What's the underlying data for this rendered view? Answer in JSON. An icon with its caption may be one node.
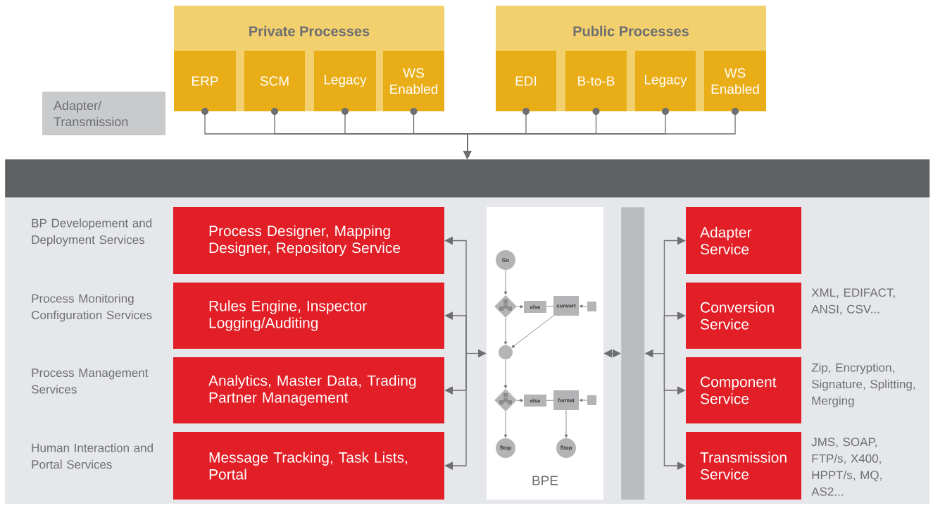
{
  "diagram": {
    "nodes": [
      {
        "text": [
          "Private Processes"
        ]
      },
      {
        "text": [
          "ERP"
        ],
        "in": 0
      },
      {
        "text": [
          "SCM"
        ],
        "in": 0
      },
      {
        "text": [
          "Legacy"
        ],
        "in": 0
      },
      {
        "text": [
          "WS Enabled"
        ],
        "in": 0
      },
      {
        "text": [
          "Public Processes"
        ]
      },
      {
        "text": [
          "EDI"
        ],
        "in": 5
      },
      {
        "text": [
          "B-to-B"
        ],
        "in": 5
      },
      {
        "text": [
          "Legacy"
        ],
        "in": 5
      },
      {
        "text": [
          "WS Enabled"
        ],
        "in": 5
      },
      {
        "text": [
          "Adapter/ Transmission"
        ]
      },
      {
        "text": [],
        "shape": "bar"
      },
      {
        "text": [
          "Process Designer,  Mapping Designer, Repository Service"
        ],
        "beside": [
          "BP Developement and Deployment Services"
        ]
      },
      {
        "text": [
          "Rules Engine, Inspector Logging/Auditing"
        ],
        "beside": [
          "Process Monitoring Configuration Services"
        ]
      },
      {
        "text": [
          "Analytics, Master Data, Trading Partner Management"
        ],
        "beside": [
          "Process Management Services"
        ]
      },
      {
        "text": [
          "Message Tracking, Task Lists, Portal"
        ],
        "beside": [
          "Human Interaction and Portal Services"
        ]
      },
      {
        "text": [
          "BPE"
        ]
      },
      {
        "text": [
          "Go"
        ],
        "in": 16
      },
      {
        "text": [],
        "shape": "diamond",
        "in": 16
      },
      {
        "text": [
          "else"
        ],
        "in": 16
      },
      {
        "text": [
          "convert"
        ],
        "in": 16
      },
      {
        "text": [],
        "shape": "box",
        "in": 16
      },
      {
        "text": [],
        "shape": "circle",
        "in": 16
      },
      {
        "text": [],
        "shape": "diamond",
        "in": 16
      },
      {
        "text": [
          "else"
        ],
        "in": 16
      },
      {
        "text": [
          "format"
        ],
        "in": 16
      },
      {
        "text": [],
        "shape": "box",
        "in": 16
      },
      {
        "text": [
          "Stop"
        ],
        "in": 16
      },
      {
        "text": [
          "Stop"
        ],
        "in": 16
      },
      {
        "text": [],
        "shape": "bar"
      },
      {
        "text": [
          "Adapter Service"
        ]
      },
      {
        "text": [
          "Conversion Service"
        ],
        "beside": [
          "XML, EDIFACT, ANSI, CSV..."
        ]
      },
      {
        "text": [
          "Component Service"
        ],
        "beside": [
          "Zip, Encryption, Signature, Splitting, Merging"
        ]
      },
      {
        "text": [
          "Transmission Service"
        ],
        "beside": [
          "JMS, SOAP, FTP/s, X400, HPPT/s, MQ, AS2..."
        ]
      }
    ],
    "edges": [
      {
        "from": 1,
        "to": 11,
        "arrow": "to"
      },
      {
        "from": 2,
        "to": 11,
        "arrow": "to"
      },
      {
        "from": 3,
        "to": 11,
        "arrow": "to"
      },
      {
        "from": 4,
        "to": 11,
        "arrow": "to"
      },
      {
        "from": 6,
        "to": 11,
        "arrow": "to"
      },
      {
        "from": 7,
        "to": 11,
        "arrow": "to"
      },
      {
        "from": 8,
        "to": 11,
        "arrow": "to"
      },
      {
        "from": 9,
        "to": 11,
        "arrow": "to"
      },
      {
        "from": 16,
        "to": 12,
        "arrow": "both"
      },
      {
        "from": 16,
        "to": 13,
        "arrow": "both"
      },
      {
        "from": 16,
        "to": 14,
        "arrow": "both"
      },
      {
        "from": 16,
        "to": 15,
        "arrow": "both"
      },
      {
        "from": 16,
        "to": 29,
        "arrow": "both"
      },
      {
        "from": 29,
        "to": 30,
        "arrow": "both"
      },
      {
        "from": 29,
        "to": 31,
        "arrow": "both"
      },
      {
        "from": 29,
        "to": 32,
        "arrow": "both"
      },
      {
        "from": 29,
        "to": 33,
        "arrow": "both"
      },
      {
        "from": 17,
        "to": 18,
        "arrow": "to"
      },
      {
        "from": 18,
        "to": 19,
        "arrow": "to"
      },
      {
        "from": 19,
        "to": 20,
        "arrow": "none"
      },
      {
        "from": 21,
        "to": 20,
        "arrow": "to"
      },
      {
        "from": 18,
        "to": 22,
        "arrow": "to"
      },
      {
        "from": 20,
        "to": 22,
        "arrow": "to"
      },
      {
        "from": 22,
        "to": 23,
        "arrow": "to"
      },
      {
        "from": 23,
        "to": 24,
        "arrow": "to"
      },
      {
        "from": 24,
        "to": 25,
        "arrow": "none"
      },
      {
        "from": 26,
        "to": 25,
        "arrow": "to"
      },
      {
        "from": 23,
        "to": 27,
        "arrow": "to"
      },
      {
        "from": 25,
        "to": 28,
        "arrow": "to"
      }
    ]
  }
}
